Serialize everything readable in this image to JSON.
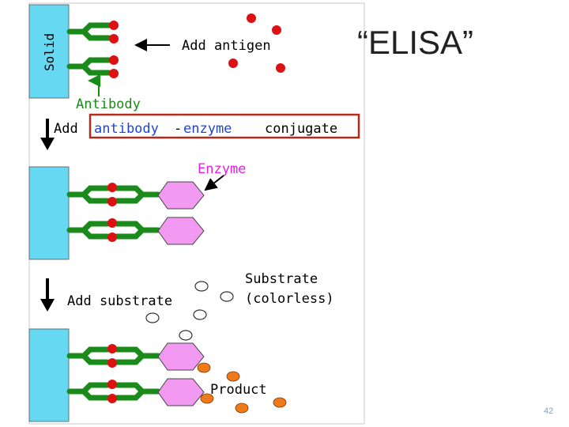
{
  "slide": {
    "title": "“ELISA”",
    "slide_number": "42"
  },
  "diagram": {
    "solid_label": "Solid",
    "add_antigen": "Add antigen",
    "antibody": "Antibody",
    "add_prefix": "Add",
    "conjugate_antibody": "antibody",
    "conjugate_dash": "-",
    "conjugate_enzyme": "enzyme",
    "conjugate_suffix": "conjugate",
    "enzyme": "Enzyme",
    "add_substrate": "Add substrate",
    "substrate": "Substrate",
    "colorless": "(colorless)",
    "product": "Product"
  },
  "colors": {
    "solid": "#66d8f2",
    "antibody": "#1a8a1a",
    "antigen": "#dd1111",
    "enzyme": "#f29af2",
    "product": "#f07a1a",
    "substrate_outline": "#333333",
    "conjugate_box": "#b52a1a",
    "panel_edge": "#c9c9c9"
  }
}
